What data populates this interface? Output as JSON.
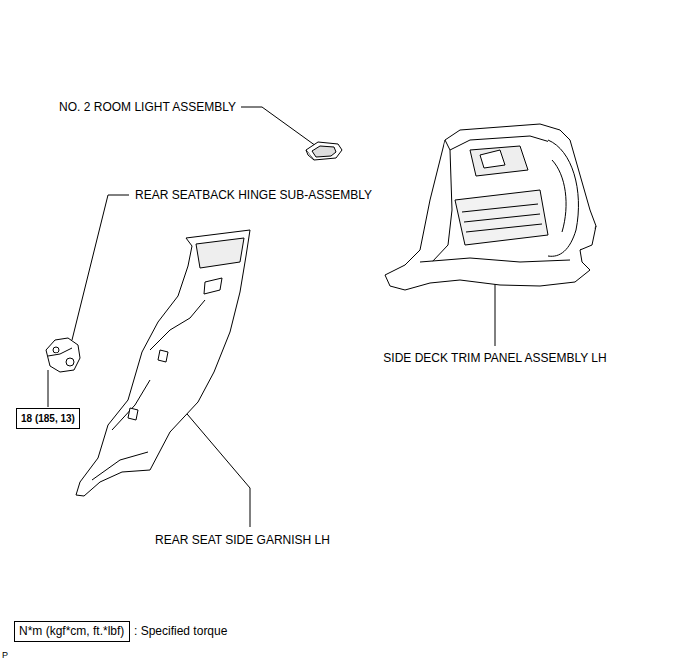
{
  "diagram": {
    "nodes": [
      {
        "text": [
          "18 (185, 13)"
        ]
      },
      {
        "text": [
          "N*m (kgf*cm, ft.*lbf)"
        ]
      }
    ],
    "labels": [
      "NO. 2 ROOM LIGHT ASSEMBLY",
      "REAR SEATBACK HINGE SUB-ASSEMBLY",
      "SIDE DECK TRIM PANEL ASSEMBLY LH",
      "REAR SEAT SIDE GARNISH LH",
      ": Specified torque",
      "P"
    ]
  }
}
